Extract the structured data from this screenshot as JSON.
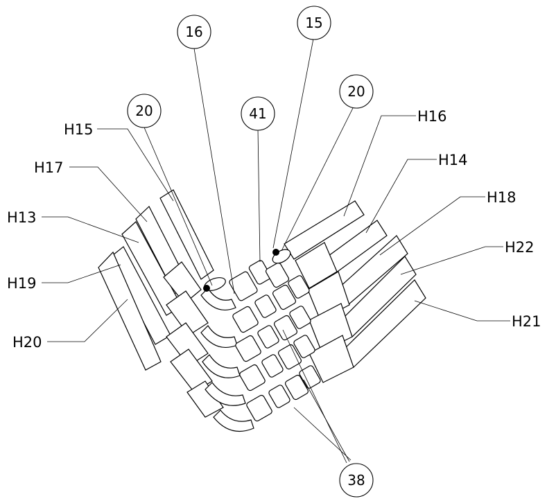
{
  "hose_labels": {
    "h13": "H13",
    "h14": "H14",
    "h15": "H15",
    "h16": "H16",
    "h17": "H17",
    "h18": "H18",
    "h19": "H19",
    "h20": "H20",
    "h21": "H21",
    "h22": "H22"
  },
  "balloons": {
    "b16": "16",
    "b15": "15",
    "b20_left": "20",
    "b20_right": "20",
    "b41": "41",
    "b38": "38"
  }
}
